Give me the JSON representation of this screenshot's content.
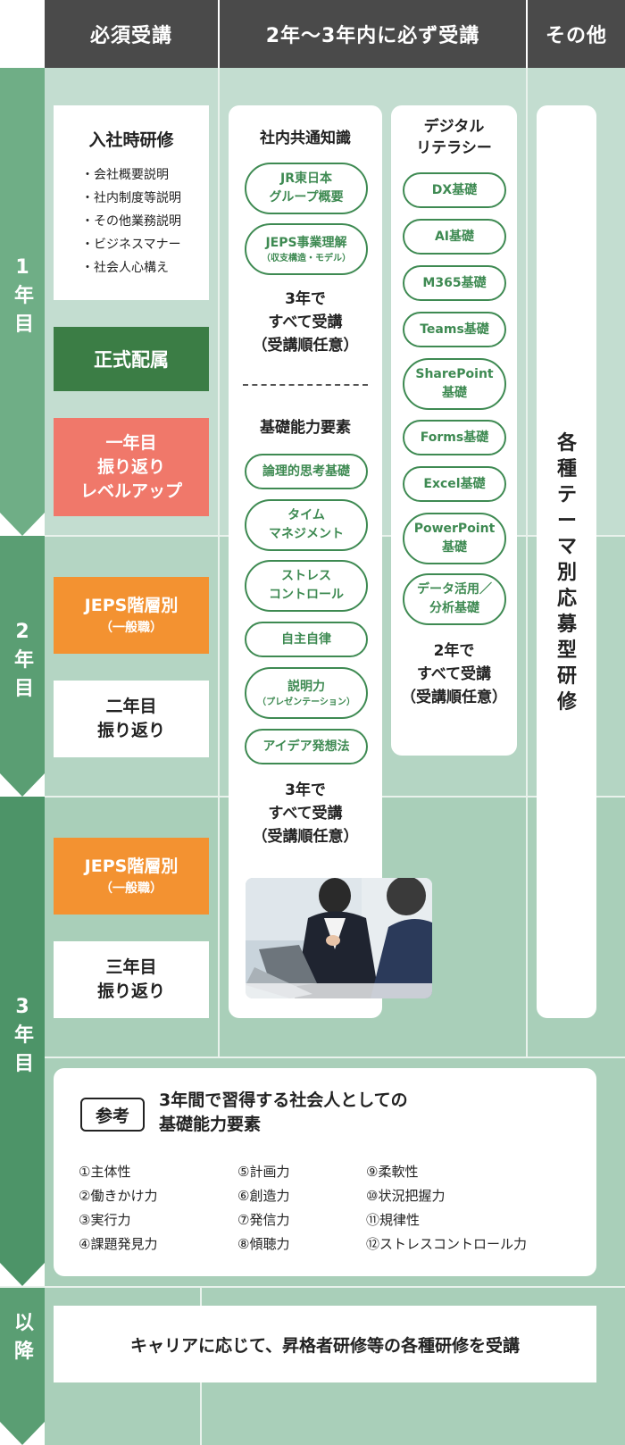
{
  "header": {
    "col1": "必須受講",
    "col2": "2年〜3年内に必ず受講",
    "col3": "その他"
  },
  "years": {
    "y1": "1\n年\n目",
    "y2": "2\n年\n目",
    "y3": "3\n年\n目",
    "after": "以\n降"
  },
  "required": {
    "orientation": {
      "title": "入社時研修",
      "items": [
        "・会社概要説明",
        "・社内制度等説明",
        "・その他業務説明",
        "・ビジネスマナー",
        "・社会人心構え"
      ]
    },
    "assignment": "正式配属",
    "review1": "一年目\n振り返り\nレベルアップ",
    "jeps2": {
      "title": "JEPS階層別",
      "sub": "（一般職）"
    },
    "review2": "二年目\n振り返り",
    "jeps3": {
      "title": "JEPS階層別",
      "sub": "（一般職）"
    },
    "review3": "三年目\n振り返り"
  },
  "common": {
    "title": "社内共通知識",
    "pills": [
      {
        "label": "JR東日本\nグループ概要",
        "sub": ""
      },
      {
        "label": "JEPS事業理解",
        "sub": "（収支構造・モデル）"
      }
    ],
    "note": "3年で\nすべて受講\n（受講順任意）"
  },
  "basic": {
    "title": "基礎能力要素",
    "pills": [
      {
        "label": "論理的思考基礎",
        "sub": ""
      },
      {
        "label": "タイム\nマネジメント",
        "sub": ""
      },
      {
        "label": "ストレス\nコントロール",
        "sub": ""
      },
      {
        "label": "自主自律",
        "sub": ""
      },
      {
        "label": "説明力",
        "sub": "（プレゼンテーション）"
      },
      {
        "label": "アイデア発想法",
        "sub": ""
      }
    ],
    "note": "3年で\nすべて受講\n（受講順任意）"
  },
  "digital": {
    "title": "デジタル\nリテラシー",
    "pills": [
      {
        "label": "DX基礎"
      },
      {
        "label": "AI基礎"
      },
      {
        "label": "M365基礎"
      },
      {
        "label": "Teams基礎"
      },
      {
        "label": "SharePoint\n基礎"
      },
      {
        "label": "Forms基礎"
      },
      {
        "label": "Excel基礎"
      },
      {
        "label": "PowerPoint\n基礎"
      },
      {
        "label": "データ活用／\n分析基礎"
      }
    ],
    "note": "2年で\nすべて受講\n（受講順任意）"
  },
  "other": {
    "label": "各種テーマ別応募型研修"
  },
  "reference": {
    "badge": "参考",
    "title": "3年間で習得する社会人としての\n基礎能力要素",
    "col1": [
      "①主体性",
      "②働きかけ力",
      "③実行力",
      "④課題発見力"
    ],
    "col2": [
      "⑤計画力",
      "⑥創造力",
      "⑦発信力",
      "⑧傾聴力"
    ],
    "col3": [
      "⑨柔軟性",
      "⑩状況把握力",
      "⑪規律性",
      "⑫ストレスコントロール力"
    ]
  },
  "after": {
    "text": "キャリアに応じて、昇格者研修等の各種研修を受講"
  },
  "colors": {
    "header": "#4a4a4a",
    "year1": "#6fae86",
    "year2": "#5a9e73",
    "year3": "#4d9468",
    "bg1": "#c3ddd0",
    "bg2": "#b4d5c3",
    "bg3": "#a9cfb9",
    "darkGreen": "#3b7d45",
    "salmon": "#f0786a",
    "orange": "#f39231",
    "pillGreen": "#3e8a52"
  }
}
